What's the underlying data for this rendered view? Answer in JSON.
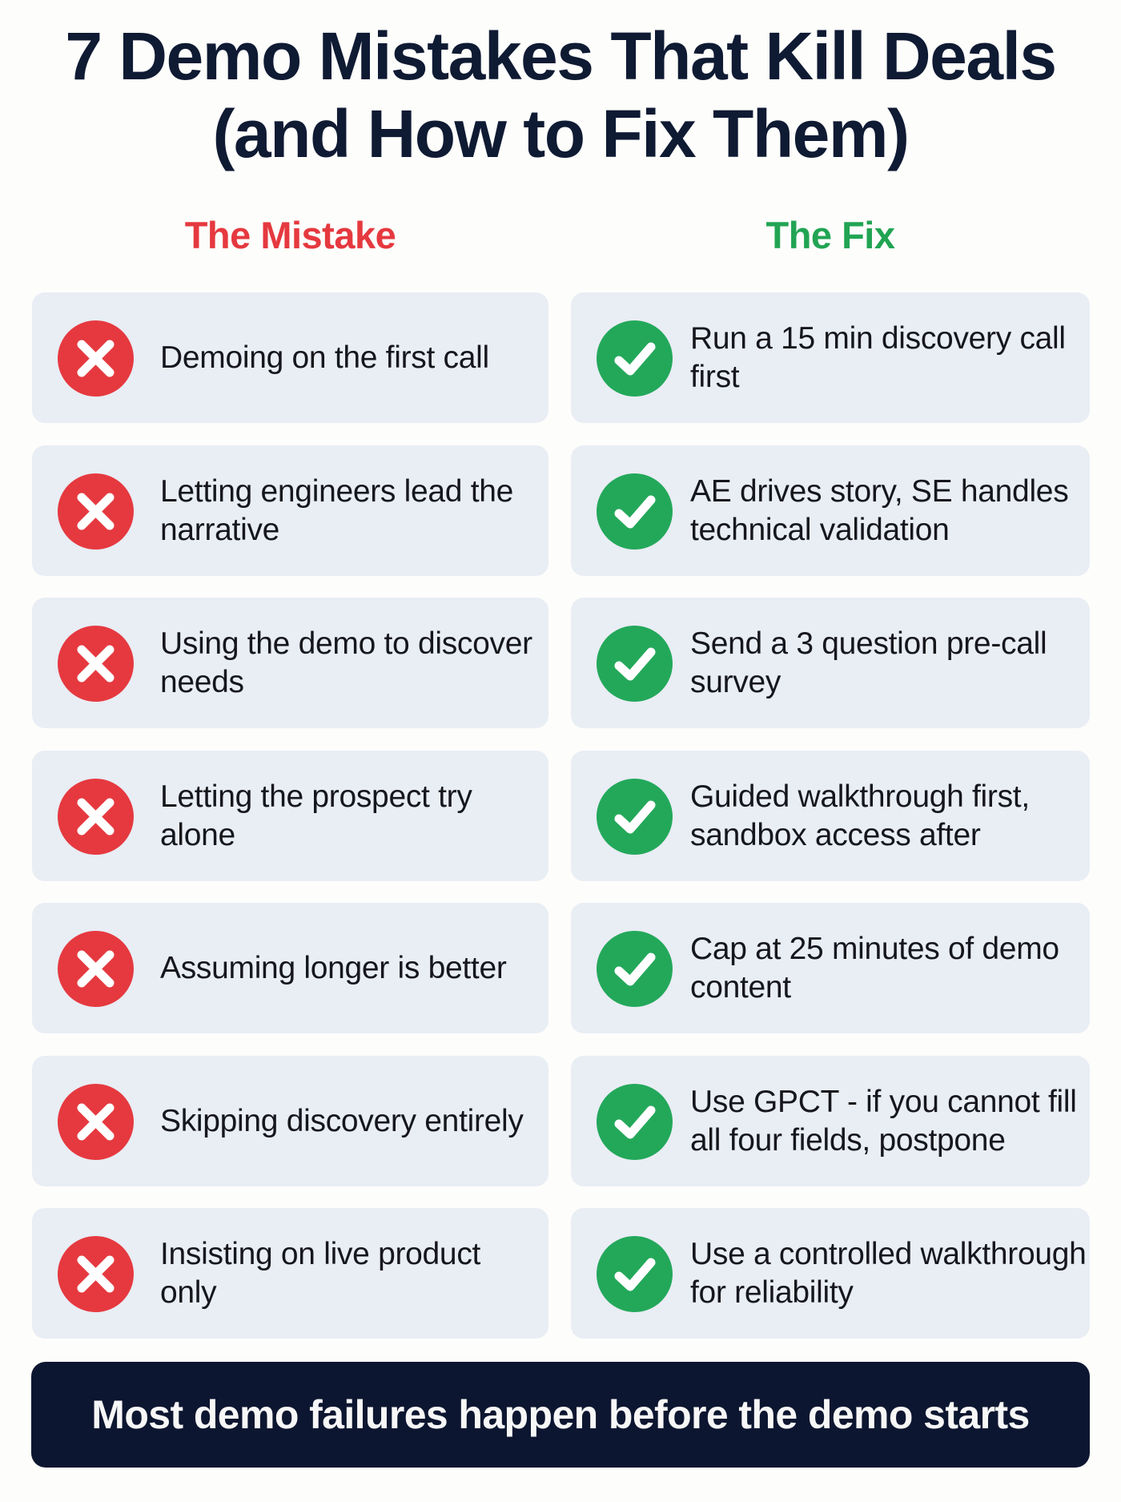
{
  "title": {
    "line1": "7 Demo Mistakes That Kill Deals",
    "line2": "(and How to Fix Them)"
  },
  "columns": {
    "mistake_header": "The Mistake",
    "fix_header": "The Fix"
  },
  "colors": {
    "mistake_red": "#e5393f",
    "fix_green": "#23a85a",
    "title_navy": "#0f1a33",
    "card_bg": "#e9edf4",
    "banner_bg": "#0d1630"
  },
  "icons": {
    "mistake": "x-circle-icon",
    "fix": "check-circle-icon"
  },
  "rows": [
    {
      "mistake": "Demoing on the first call",
      "fix": "Run a 15 min discovery call first"
    },
    {
      "mistake": "Letting engineers lead the narrative",
      "fix": "AE drives story, SE handles technical validation"
    },
    {
      "mistake": "Using the demo to discover needs",
      "fix": "Send a 3 question pre-call survey"
    },
    {
      "mistake": "Letting the prospect try alone",
      "fix": "Guided walkthrough first, sandbox access after"
    },
    {
      "mistake": "Assuming longer is better",
      "fix": "Cap at 25 minutes of demo content"
    },
    {
      "mistake": "Skipping discovery entirely",
      "fix": "Use GPCT - if you cannot fill all four fields, postpone"
    },
    {
      "mistake": "Insisting on live product only",
      "fix": "Use a controlled walkthrough for reliability"
    }
  ],
  "banner": {
    "text": "Most demo failures happen before the demo starts"
  }
}
